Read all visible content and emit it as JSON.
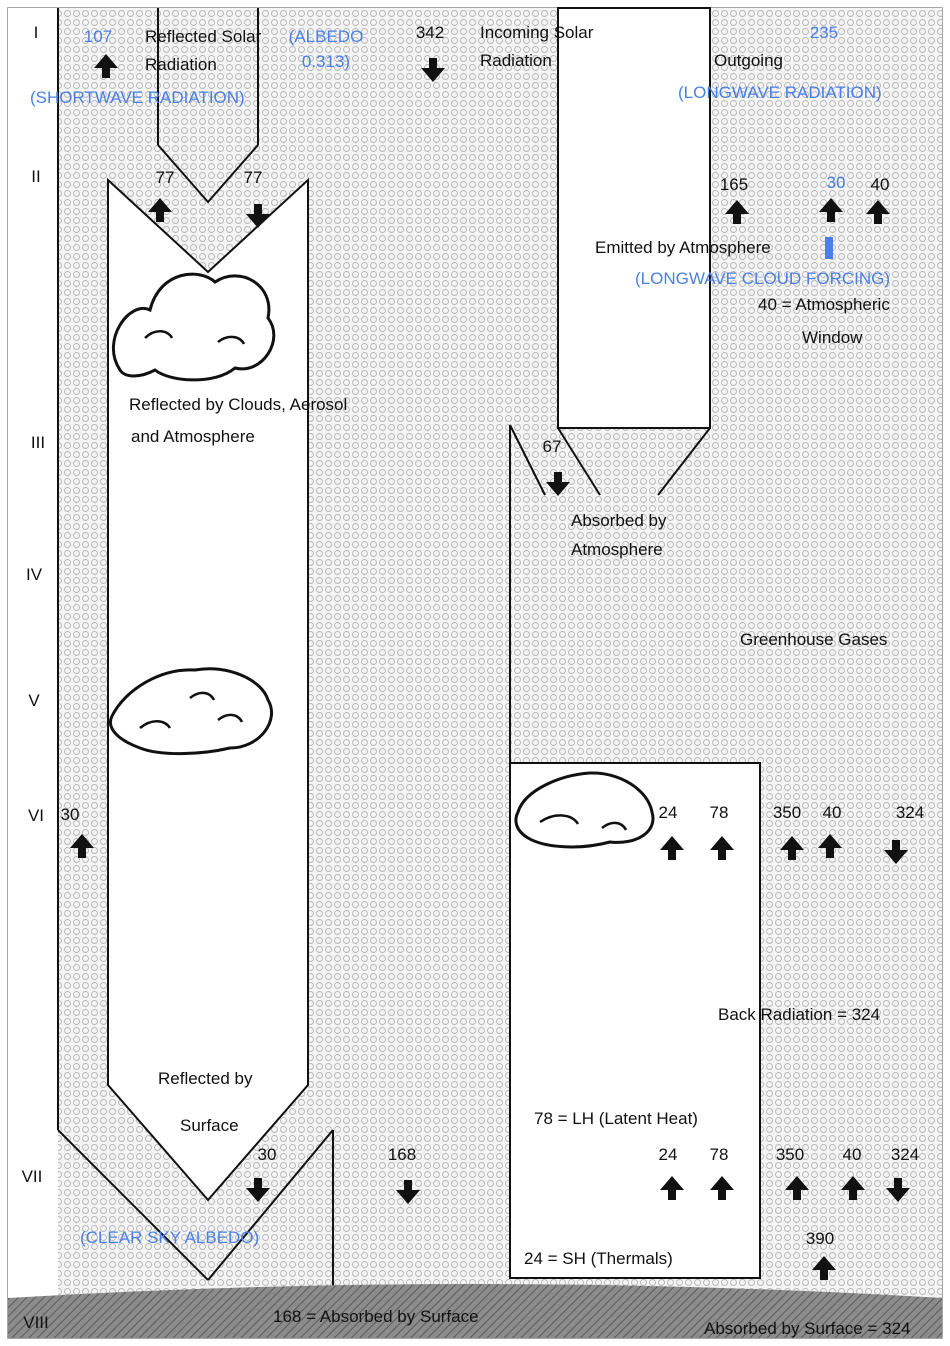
{
  "levels": [
    "I",
    "II",
    "III",
    "IV",
    "V",
    "VI",
    "VII",
    "VIII"
  ],
  "top": {
    "reflected_value": "107",
    "reflected_label_1": "Reflected Solar",
    "reflected_label_2": "Radiation",
    "shortwave": "(SHORTWAVE RADIATION)",
    "albedo_1": "(ALBEDO",
    "albedo_2": "0.313)",
    "incoming_value": "342",
    "incoming_label_1": "Incoming Solar",
    "incoming_label_2": "Radiation",
    "outgoing_value": "235",
    "outgoing_label": "Outgoing",
    "longwave": "(LONGWAVE RADIATION)"
  },
  "row2": {
    "clouds_up": "77",
    "clouds_down": "77",
    "atm_emit": "165",
    "cloud_forcing": "30",
    "window": "40",
    "emitted_label": "Emitted by Atmosphere",
    "forcing_label": "(LONGWAVE CLOUD FORCING)",
    "window_label_1": "40 = Atmospheric",
    "window_label_2": "Window"
  },
  "middle": {
    "reflected_clouds_1": "Reflected by Clouds, Aerosol",
    "reflected_clouds_2": "and Atmosphere",
    "absorbed_value": "67",
    "absorbed_1": "Absorbed by",
    "absorbed_2": "Atmosphere",
    "greenhouse": "Greenhouse Gases"
  },
  "row6": {
    "surface_reflect_up": "30",
    "sh": "24",
    "lh": "78",
    "surface_emit": "350",
    "window": "40",
    "back": "324"
  },
  "lower": {
    "back_radiation": "Back Radiation = 324",
    "reflected_surface_1": "Reflected by",
    "reflected_surface_2": "Surface",
    "lh_label": "78 =  LH (Latent Heat)",
    "sh_label": "24 = SH (Thermals)",
    "clear_sky": "(CLEAR SKY ALBEDO)"
  },
  "row7": {
    "surface_reflect": "30",
    "absorbed_surface": "168",
    "sh": "24",
    "lh": "78",
    "surface_emit": "350",
    "window": "40",
    "back": "324",
    "total_emit": "390"
  },
  "bottom": {
    "absorbed_168": "168 = Absorbed by Surface",
    "absorbed_324": "Absorbed by Surface = 324"
  },
  "colors": {
    "blue": "#4a7fe6",
    "ink": "#111111",
    "pattern_stroke": "#b8b8b8"
  }
}
